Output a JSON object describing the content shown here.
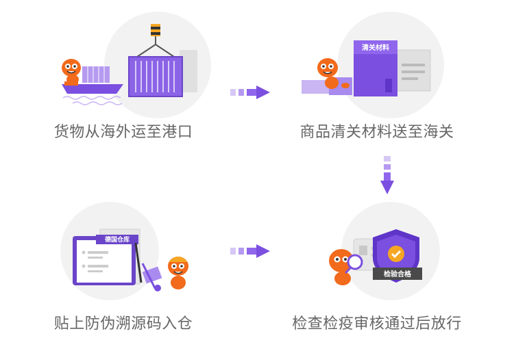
{
  "steps": [
    {
      "caption": "货物从海外运至港口",
      "illustration": "ship-crane-container"
    },
    {
      "caption": "商品清关材料送至海关",
      "illustration": "customs-documents"
    },
    {
      "caption": "贴上防伪溯源码入仓",
      "illustration": "warehouse-clipboard",
      "clipboard_tag": "德国仓库"
    },
    {
      "caption": "检查检疫审核通过后放行",
      "illustration": "inspection-shield",
      "badge": "检验合格"
    }
  ],
  "doc_label": "清关材料",
  "colors": {
    "accent": "#7B4FE0",
    "accent_light": "#C9B6F3",
    "mascot": "#F26A1B",
    "text": "#666666",
    "circle": "#F2F2F2"
  }
}
